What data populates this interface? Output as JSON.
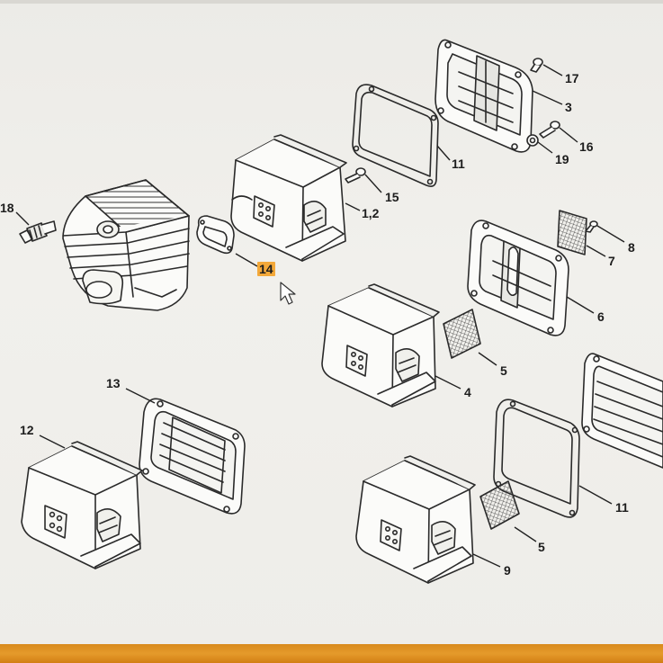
{
  "diagram": {
    "callouts": [
      {
        "id": "17",
        "label": "17"
      },
      {
        "id": "3",
        "label": "3"
      },
      {
        "id": "16",
        "label": "16"
      },
      {
        "id": "19",
        "label": "19"
      },
      {
        "id": "11a",
        "label": "11"
      },
      {
        "id": "15",
        "label": "15"
      },
      {
        "id": "1_2",
        "label": "1,2"
      },
      {
        "id": "18",
        "label": "18"
      },
      {
        "id": "14",
        "label": "14",
        "highlighted": true
      },
      {
        "id": "8",
        "label": "8"
      },
      {
        "id": "7",
        "label": "7"
      },
      {
        "id": "6",
        "label": "6"
      },
      {
        "id": "5a",
        "label": "5"
      },
      {
        "id": "4",
        "label": "4"
      },
      {
        "id": "13",
        "label": "13"
      },
      {
        "id": "12",
        "label": "12"
      },
      {
        "id": "11b",
        "label": "11"
      },
      {
        "id": "5b",
        "label": "5"
      },
      {
        "id": "9",
        "label": "9"
      }
    ],
    "colors": {
      "line": "#2a2a2a",
      "highlight": "#f4a93a",
      "bottom_bar": "#e39528"
    }
  },
  "icons": {
    "cursor": "mouse-pointer-icon"
  }
}
